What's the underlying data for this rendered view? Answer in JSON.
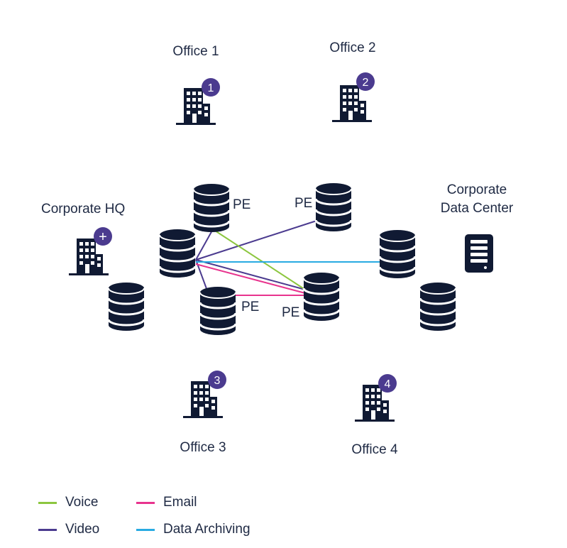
{
  "nodes": {
    "office1": {
      "label": "Office 1",
      "badge": "1"
    },
    "office2": {
      "label": "Office 2",
      "badge": "2"
    },
    "office3": {
      "label": "Office 3",
      "badge": "3"
    },
    "office4": {
      "label": "Office 4",
      "badge": "4"
    },
    "hq": {
      "label": "Corporate HQ",
      "badge": "+"
    },
    "datacenter": {
      "label_line1": "Corporate",
      "label_line2": "Data Center"
    }
  },
  "pe_label": "PE",
  "legend": [
    {
      "label": "Voice",
      "color": "#8cc63f"
    },
    {
      "label": "Video",
      "color": "#4b3b8f"
    },
    {
      "label": "Email",
      "color": "#e8348e"
    },
    {
      "label": "Data Archiving",
      "color": "#29abe2"
    }
  ],
  "colors": {
    "icon": "#101a33",
    "badge": "#4b3b8f",
    "text": "#1f2a44"
  }
}
